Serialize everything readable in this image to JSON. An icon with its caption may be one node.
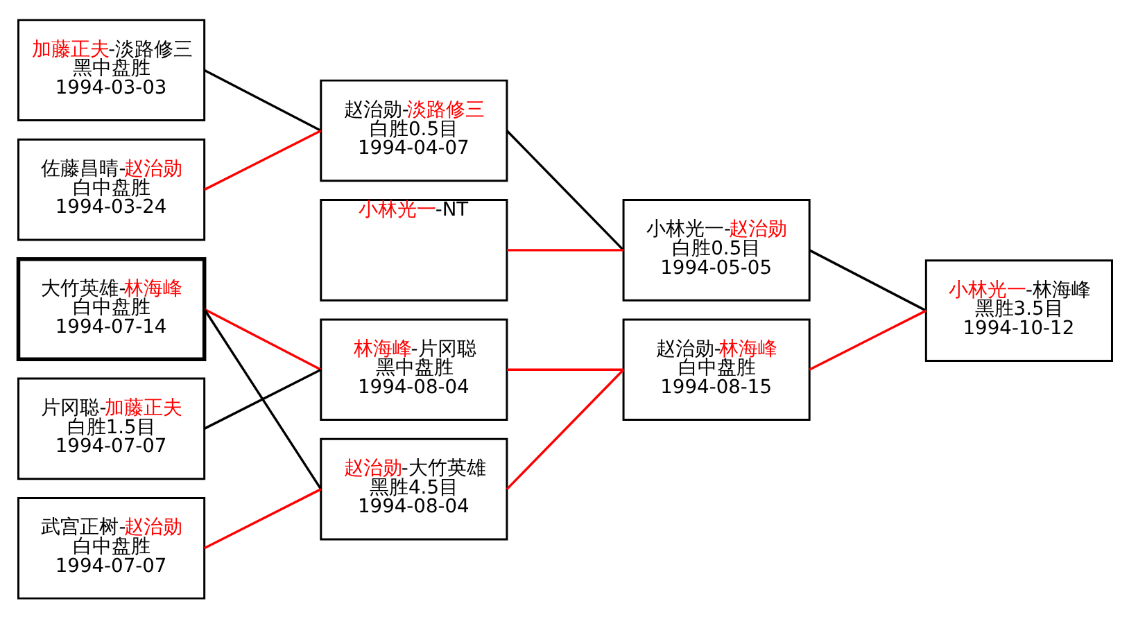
{
  "diagram": {
    "nodes": [
      {
        "text": [
          "加藤正夫-淡路修三",
          "黑中盘胜",
          "1994-03-03"
        ]
      },
      {
        "text": [
          "佐藤昌晴-赵治勋",
          "白中盘胜",
          "1994-03-24"
        ]
      },
      {
        "text": [
          "大竹英雄-林海峰",
          "白中盘胜",
          "1994-07-14"
        ]
      },
      {
        "text": [
          "片冈聪-加藤正夫",
          "白胜1.5目",
          "1994-07-07"
        ]
      },
      {
        "text": [
          "武宫正树-赵治勋",
          "白中盘胜",
          "1994-07-07"
        ]
      },
      {
        "text": [
          "赵治勋-淡路修三",
          "白胜0.5目",
          "1994-04-07"
        ]
      },
      {
        "text": [
          "小林光一-NT"
        ]
      },
      {
        "text": [
          "林海峰-片冈聪",
          "黑中盘胜",
          "1994-08-04"
        ]
      },
      {
        "text": [
          "赵治勋-大竹英雄",
          "黑胜4.5目",
          "1994-08-04"
        ]
      },
      {
        "text": [
          "小林光一-赵治勋",
          "白胜0.5目",
          "1994-05-05"
        ]
      },
      {
        "text": [
          "赵治勋-林海峰",
          "白中盘胜",
          "1994-08-15"
        ]
      },
      {
        "text": [
          "小林光一-林海峰",
          "黑胜3.5目",
          "1994-10-12"
        ]
      }
    ],
    "edges": [
      {
        "from": 0,
        "to": 5,
        "arrow": "none",
        "color": "#000000"
      },
      {
        "from": 1,
        "to": 5,
        "arrow": "none"
      },
      {
        "from": 2,
        "to": 7,
        "arrow": "none"
      },
      {
        "from": 3,
        "to": 7,
        "arrow": "none",
        "color": "#000000"
      },
      {
        "from": 2,
        "to": 8,
        "arrow": "none",
        "color": "#000000"
      },
      {
        "from": 4,
        "to": 8,
        "arrow": "none"
      },
      {
        "from": 5,
        "to": 9,
        "arrow": "none",
        "color": "#000000"
      },
      {
        "from": 6,
        "to": 9,
        "arrow": "none"
      },
      {
        "from": 7,
        "to": 10,
        "arrow": "none"
      },
      {
        "from": 8,
        "to": 10,
        "arrow": "none"
      },
      {
        "from": 9,
        "to": 11,
        "arrow": "none",
        "color": "#000000"
      },
      {
        "from": 10,
        "to": 11,
        "arrow": "none"
      }
    ]
  }
}
